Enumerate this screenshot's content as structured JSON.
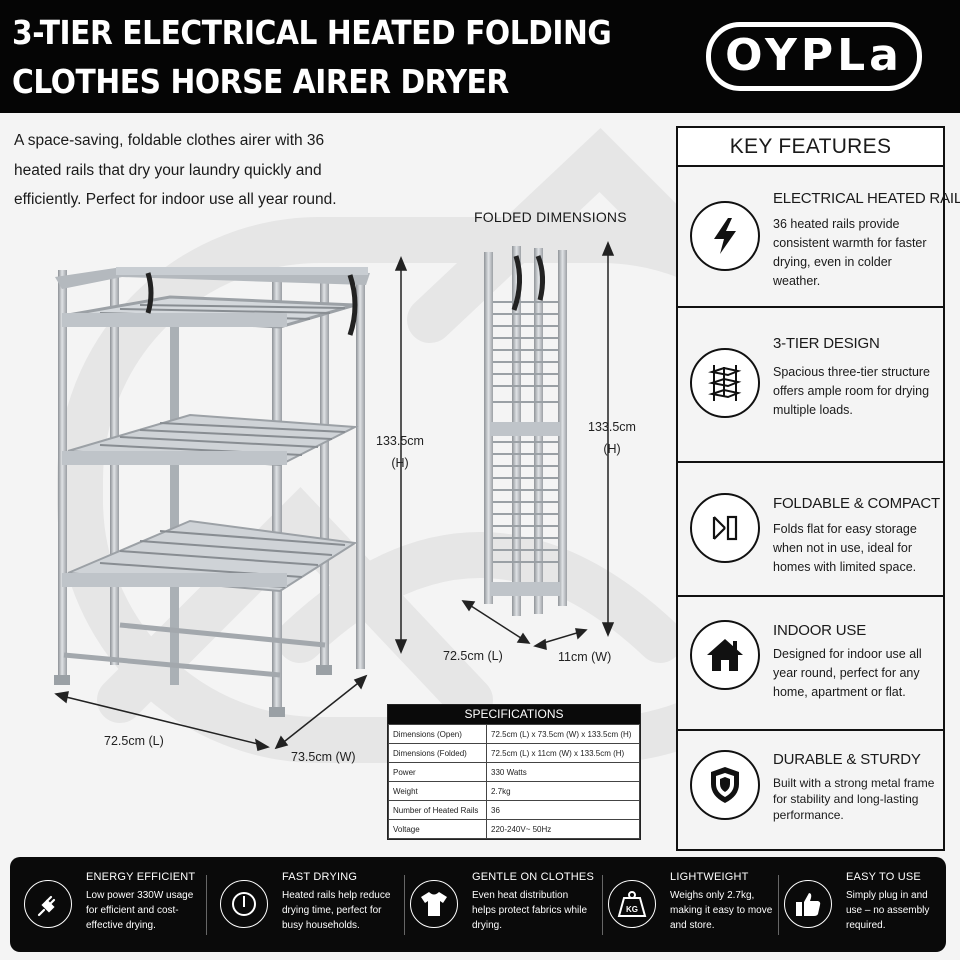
{
  "header": {
    "title_line1": "3-TIER ELECTRICAL HEATED FOLDING",
    "title_line2": "CLOTHES HORSE AIRER DRYER",
    "logo": "OYPLa"
  },
  "intro": "A space-saving, foldable clothes airer with 36 heated rails that dry your laundry quickly and efficiently. Perfect for indoor use all year round.",
  "dimensions": {
    "open_height_value": "133.5cm",
    "open_height_unit": "(H)",
    "open_length": "72.5cm (L)",
    "open_width": "73.5cm (W)",
    "folded_label": "FOLDED DIMENSIONS",
    "folded_height_value": "133.5cm",
    "folded_height_unit": "(H)",
    "folded_length": "72.5cm (L)",
    "folded_width": "11cm (W)"
  },
  "key_features": {
    "heading": "KEY FEATURES",
    "items": [
      {
        "title": "ELECTRICAL HEATED RAILS",
        "desc": "36 heated rails provide consistent warmth for faster drying, even in colder weather.",
        "icon": "lightning-bolt-icon"
      },
      {
        "title": "3-TIER DESIGN",
        "desc": "Spacious three-tier structure offers ample room for drying multiple loads.",
        "icon": "three-tier-rack-icon"
      },
      {
        "title": "FOLDABLE & COMPACT",
        "desc": "Folds flat for easy storage when not in use, ideal for homes with limited space.",
        "icon": "fold-icon"
      },
      {
        "title": "INDOOR USE",
        "desc": "Designed for indoor use all year round, perfect for any home, apartment or flat.",
        "icon": "house-icon"
      },
      {
        "title": "DURABLE & STURDY",
        "desc": "Built with a strong metal frame for stability and long-lasting performance.",
        "icon": "shield-icon"
      }
    ]
  },
  "specifications": {
    "heading": "SPECIFICATIONS",
    "rows": [
      {
        "key": "Dimensions (Open)",
        "value": "72.5cm (L) x 73.5cm (W) x 133.5cm (H)"
      },
      {
        "key": "Dimensions (Folded)",
        "value": "72.5cm (L) x 11cm (W) x 133.5cm (H)"
      },
      {
        "key": "Power",
        "value": "330 Watts"
      },
      {
        "key": "Weight",
        "value": "2.7kg"
      },
      {
        "key": "Number of Heated Rails",
        "value": "36"
      },
      {
        "key": "Voltage",
        "value": "220-240V~ 50Hz"
      }
    ]
  },
  "footer": {
    "items": [
      {
        "title": "ENERGY EFFICIENT",
        "desc": "Low power 330W usage for efficient and cost-effective drying.",
        "icon": "plug-icon"
      },
      {
        "title": "FAST DRYING",
        "desc": "Heated rails help reduce drying time, perfect for busy households.",
        "icon": "timer-icon"
      },
      {
        "title": "GENTLE ON CLOTHES",
        "desc": "Even heat distribution helps protect fabrics while drying.",
        "icon": "tshirt-icon"
      },
      {
        "title": "LIGHTWEIGHT",
        "desc": "Weighs only 2.7kg, making it easy to move and store.",
        "icon": "weight-icon",
        "icon_text": "KG"
      },
      {
        "title": "EASY TO USE",
        "desc": "Simply plug in and use – no assembly required.",
        "icon": "thumbs-up-icon"
      }
    ]
  }
}
